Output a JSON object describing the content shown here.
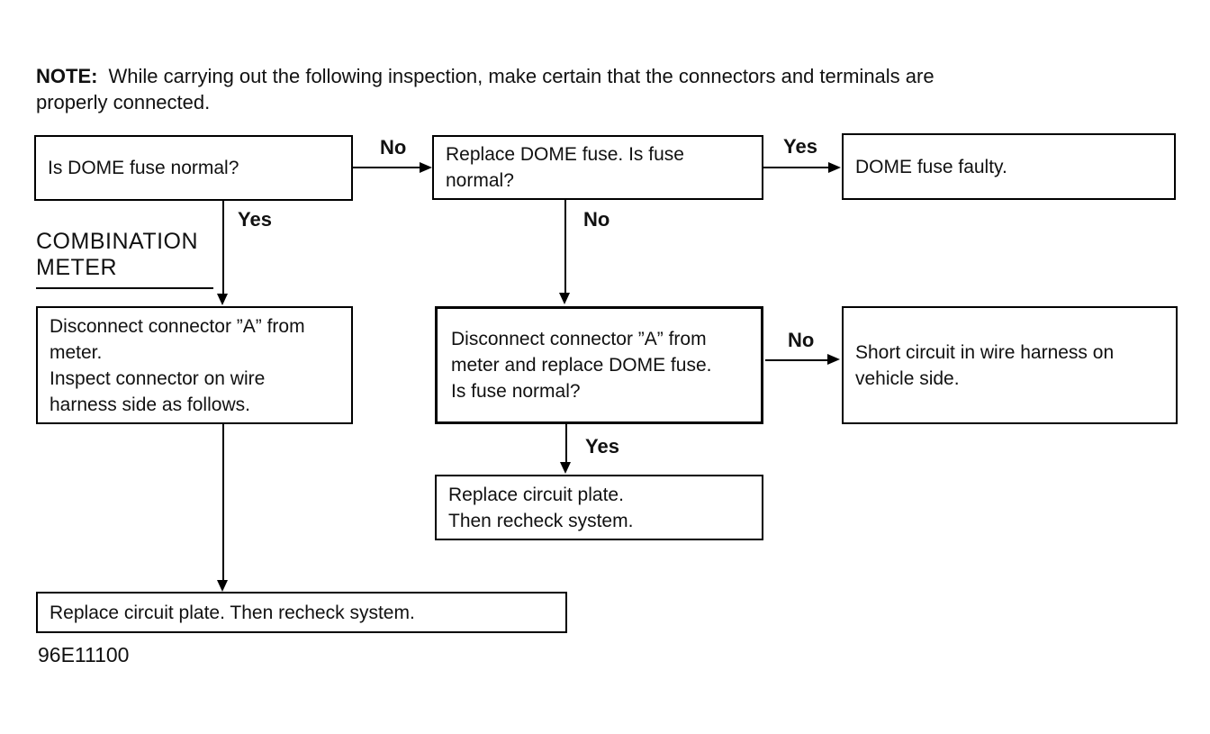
{
  "theme": {
    "ink_color": "#000000",
    "paper_color": "#ffffff"
  },
  "note": {
    "label": "NOTE:",
    "body": "While carrying out the following inspection, make certain that the connectors and terminals are\nproperly connected."
  },
  "section_label": {
    "text": "COMBINATION\nMETER"
  },
  "flowchart": {
    "boxes": {
      "is_dome_fuse_normal": "Is DOME fuse normal?",
      "replace_dome_fuse": "Replace DOME fuse. Is fuse\nnormal?",
      "dome_fuse_faulty": "DOME fuse faulty.",
      "disconnect_connector_inspect": "Disconnect connector ”A” from\nmeter.\nInspect connector on wire\nharness side as follows.",
      "disconnect_connector_replace_fuse": "Disconnect connector ”A” from\nmeter and replace DOME fuse.\nIs fuse normal?",
      "short_circuit_vehicle_side": "Short circuit in wire harness on\nvehicle side.",
      "replace_circuit_plate_recheck": "Replace circuit plate.\nThen recheck system.",
      "replace_circuit_plate_recheck_single_line": "Replace circuit plate. Then recheck system."
    },
    "edge_labels": {
      "fuse_normal_no": "No",
      "replace_fuse_yes": "Yes",
      "fuse_normal_yes": "Yes",
      "replace_fuse_no": "No",
      "fuse_after_disconnect_no": "No",
      "fuse_after_disconnect_yes": "Yes"
    }
  },
  "footer": {
    "figure_code": "96E11100"
  }
}
